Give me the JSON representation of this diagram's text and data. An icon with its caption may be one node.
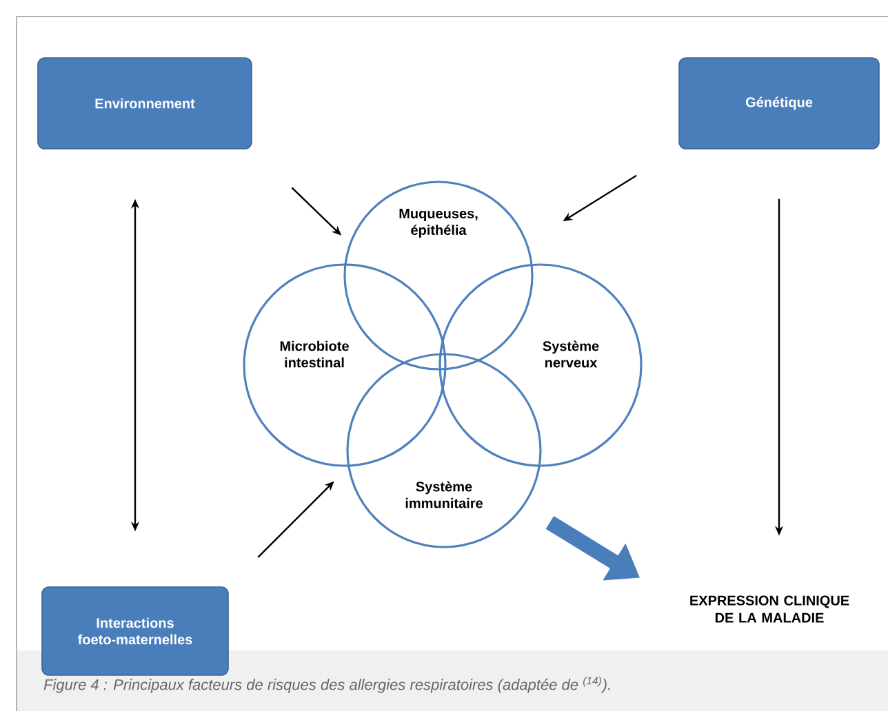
{
  "diagram": {
    "caption": "Figure 4 : Principaux facteurs de risques des allergies respiratoires (adaptée de $^{(14)}$).",
    "nodes": [
      {
        "text": [
          "Environnement"
        ]
      },
      {
        "text": [
          "Génétique"
        ]
      },
      {
        "text": [
          "Interactions foeto-maternelles"
        ]
      },
      {
        "text": [
          "Muqueuses, épithélia"
        ]
      },
      {
        "text": [
          "Microbiote intestinal"
        ]
      },
      {
        "text": [
          "Système nerveux"
        ]
      },
      {
        "text": [
          "Système immunitaire"
        ]
      },
      {
        "text": [
          "EXPRESSION CLINIQUE DE LA MALADIE"
        ]
      }
    ],
    "edges": [
      {
        "from": 0,
        "to": 3,
        "arrow": "to"
      },
      {
        "from": 1,
        "to": 3,
        "arrow": "to"
      },
      {
        "from": 2,
        "to": 6,
        "arrow": "to"
      },
      {
        "from": 0,
        "to": 2,
        "arrow": "both"
      },
      {
        "from": 1,
        "to": 7,
        "arrow": "to"
      },
      {
        "from": 6,
        "to": 7,
        "arrow": "to",
        "style": "thick",
        "color": "#4a7ebb"
      }
    ]
  }
}
